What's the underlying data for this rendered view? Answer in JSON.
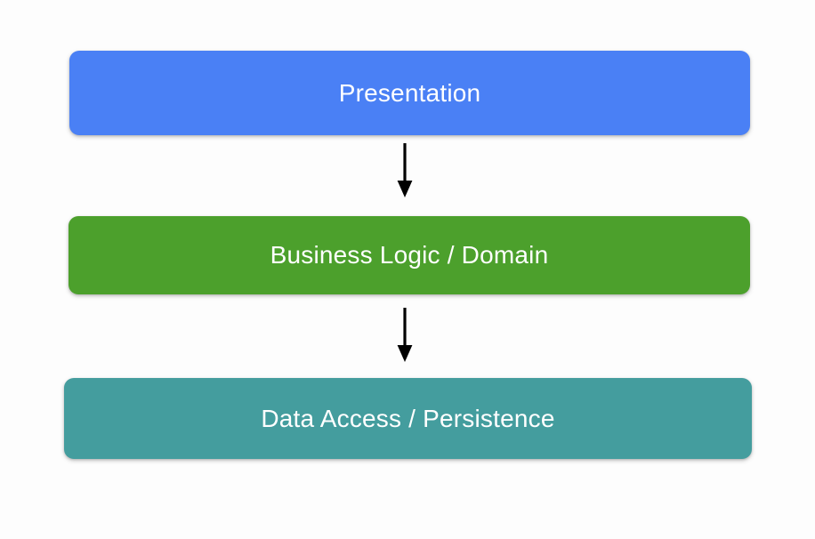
{
  "diagram": {
    "type": "layered-architecture-flow",
    "background_color": "#fdfdfd",
    "orientation": "vertical-top-down",
    "layers": [
      {
        "id": "presentation",
        "label": "Presentation",
        "fill_color": "#4a80f5",
        "text_color": "#ffffff",
        "order": 1
      },
      {
        "id": "business",
        "label": "Business Logic / Domain",
        "fill_color": "#4ca02c",
        "text_color": "#ffffff",
        "order": 2
      },
      {
        "id": "data",
        "label": "Data Access / Persistence",
        "fill_color": "#449d9e",
        "text_color": "#ffffff",
        "order": 3
      }
    ],
    "connectors": [
      {
        "id": "arrow-presentation-to-business",
        "from": "presentation",
        "to": "business",
        "style": "solid-filled-head",
        "color": "#000000"
      },
      {
        "id": "arrow-business-to-data",
        "from": "business",
        "to": "data",
        "style": "solid-filled-head",
        "color": "#000000"
      }
    ]
  }
}
